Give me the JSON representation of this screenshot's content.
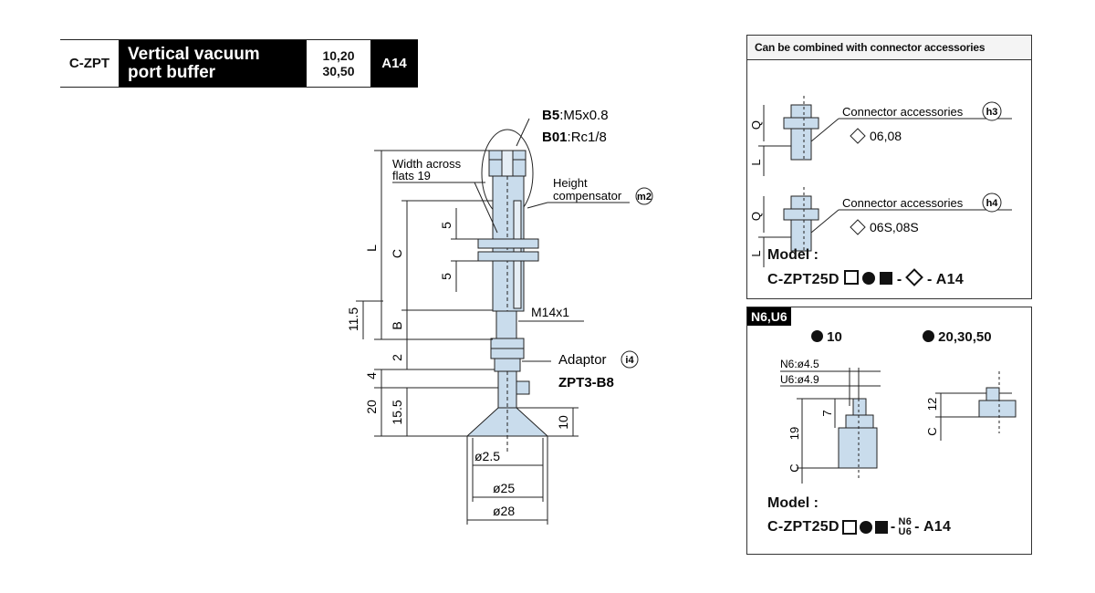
{
  "header": {
    "series": "C-ZPT",
    "title_line1": "Vertical vacuum",
    "title_line2": "port buffer",
    "sizes_line1": "10,20",
    "sizes_line2": "30,50",
    "suffix": "A14"
  },
  "main_drawing": {
    "thread_b5_code": "B5",
    "thread_b5_value": ":M5x0.8",
    "thread_b01_code": "B01",
    "thread_b01_value": ":Rc1/8",
    "width_across_line1": "Width across",
    "width_across_line2": "flats  19",
    "height_comp_line1": "Height",
    "height_comp_line2": "compensator",
    "height_comp_badge": "m2",
    "thread_m14": "M14x1",
    "adaptor_label": "Adaptor",
    "adaptor_badge": "i4",
    "adaptor_model": "ZPT3-B8",
    "dims": {
      "L": "L",
      "C": "C",
      "five_top": "5",
      "five_bottom": "5",
      "eleven_five": "11.5",
      "B": "B",
      "two": "2",
      "four": "4",
      "twenty": "20",
      "fifteen_five": "15.5",
      "ten": "10",
      "d2_5": "ø2.5",
      "d25": "ø25",
      "d28": "ø28"
    }
  },
  "panel_connector": {
    "heading": "Can be combined with connector accessories",
    "acc1_label": "Connector accessories",
    "acc1_badge": "h3",
    "acc1_options": "06,08",
    "acc2_label": "Connector accessories",
    "acc2_badge": "h4",
    "acc2_options": "06S,08S",
    "dim_q": "Q",
    "dim_l": "L",
    "model_label": "Model :",
    "model_prefix": "C-ZPT25D",
    "model_suffix": "- A14"
  },
  "panel_n6u6": {
    "tag": "N6,U6",
    "option_a": "10",
    "option_b": "20,30,50",
    "n6_dia": "N6:ø4.5",
    "u6_dia": "U6:ø4.9",
    "dim_7": "7",
    "dim_19": "19",
    "dim_c_left": "C",
    "dim_12": "12",
    "dim_c_right": "C",
    "model_label": "Model :",
    "model_prefix": "C-ZPT25D",
    "model_n6": "N6",
    "model_u6": "U6",
    "model_suffix": "- A14"
  },
  "colors": {
    "part_fill": "#c9dcec",
    "line": "#222222",
    "tag_bg": "#000000"
  }
}
